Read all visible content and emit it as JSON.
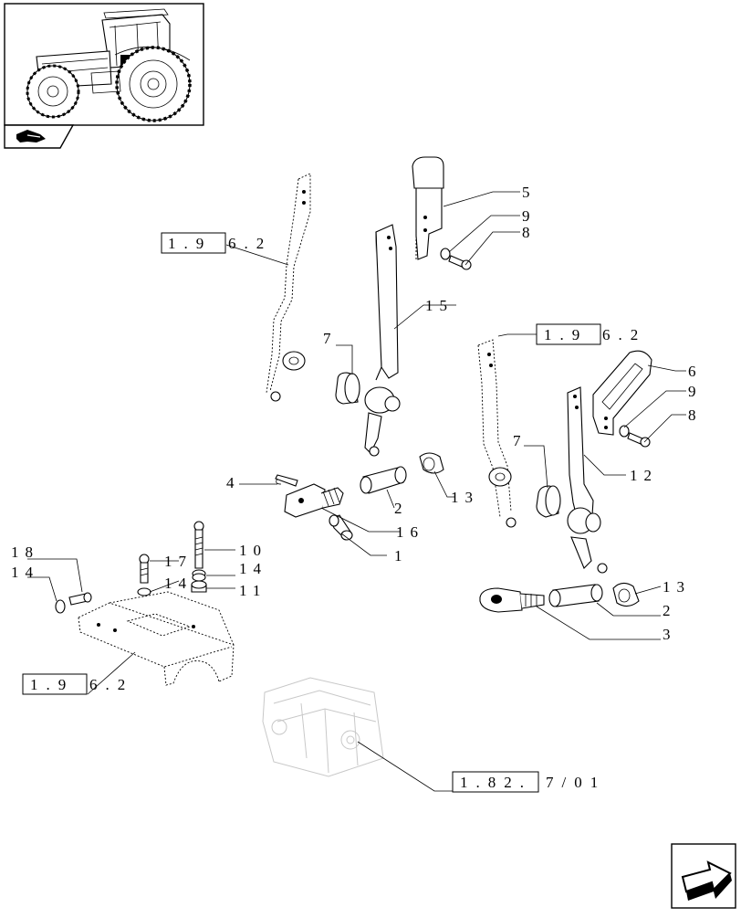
{
  "thumbnail": {
    "icon": "tractor-overview-icon",
    "tab_icon": "hand-pointer-icon"
  },
  "nav": {
    "next_icon": "next-page-arrow-icon"
  },
  "refs": {
    "r1_box": "1.9",
    "r1_tail": "6.2",
    "r2_box": "1.9",
    "r2_tail": "6.2",
    "r3_box": "1.9",
    "r3_tail": "6.2",
    "r4_box": "1.82.",
    "r4_tail": "7/01"
  },
  "labels": {
    "p5": "5",
    "p9a": "9",
    "p8a": "8",
    "p15": "15",
    "p7a": "7",
    "p6": "6",
    "p9b": "9",
    "p8b": "8",
    "p7b": "7",
    "p12": "12",
    "p4": "4",
    "p13a": "13",
    "p2a": "2",
    "p16": "16",
    "p1": "1",
    "p10": "10",
    "p17": "17",
    "p14a": "14",
    "p14b": "14",
    "p11": "11",
    "p18": "18",
    "p14c": "14",
    "p13b": "13",
    "p2b": "2",
    "p3": "3"
  }
}
